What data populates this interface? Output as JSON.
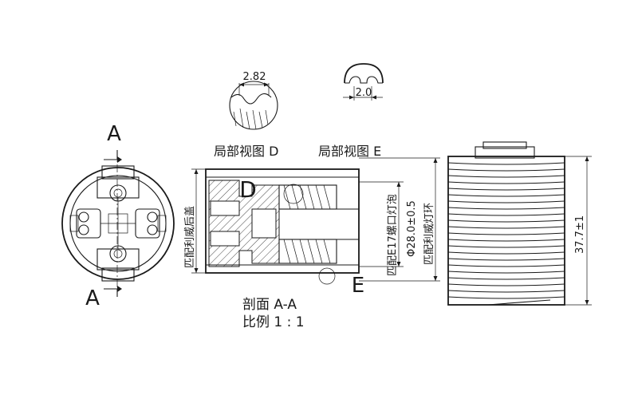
{
  "labels": {
    "section_letter_top": "A",
    "section_letter_bottom": "A",
    "detail_d_letter": "D",
    "detail_e_letter": "E",
    "detail_d_title": "局部视图 D",
    "detail_e_title": "局部视图 E",
    "section_title": "剖面 A-A",
    "scale": "比例 1 : 1",
    "vertical_left": "匹配利威后盖",
    "vertical_mid": "匹配E17螺口灯泡",
    "vertical_diameter": "Φ28.0±0.5",
    "vertical_right": "匹配利威灯环",
    "dim_pitch": "2.82",
    "dim_width": "2.0",
    "dim_height": "37.7±1"
  }
}
